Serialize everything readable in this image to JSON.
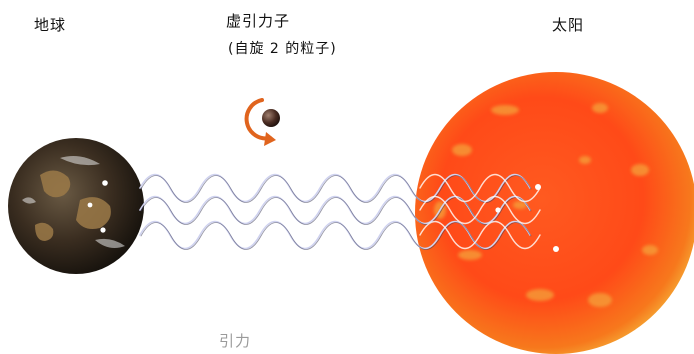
{
  "labels": {
    "earth": "地球",
    "graviton": "虚引力子",
    "spin": "(自旋 2 的粒子)",
    "sun": "太阳",
    "force": "引力"
  },
  "icons": {
    "spin": "circular-arrow-icon"
  },
  "colors": {
    "sun_core": "#ff4a1a",
    "sun_edge": "#f7a020",
    "earth_dark": "#2b2118",
    "earth_land": "#8a6a3e",
    "spin_arrow": "#e0641e",
    "wave_light": "#cfd2ef",
    "wave_dark": "#3a3b55"
  }
}
